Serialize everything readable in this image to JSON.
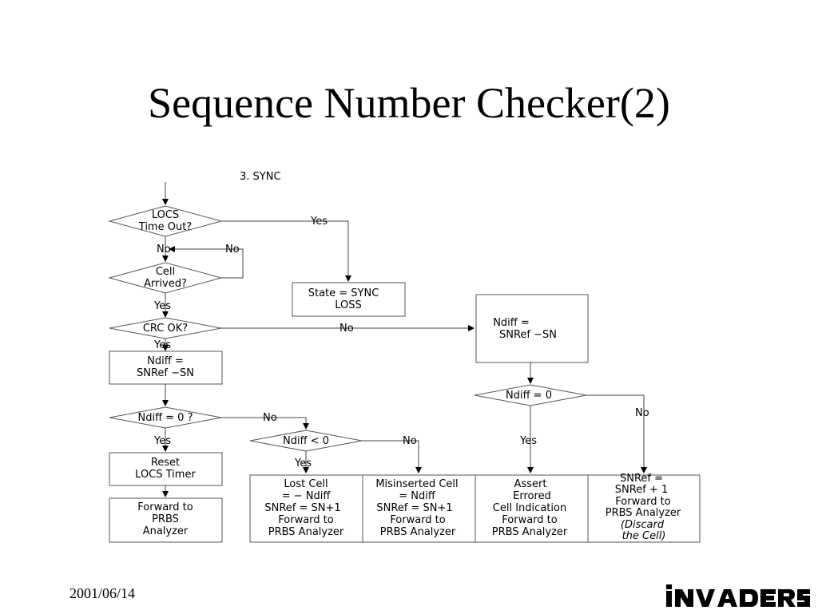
{
  "title": "Sequence Number Checker(2)",
  "date": "2001/06/14",
  "logo_text": "INVADERS",
  "diagram": {
    "section_label": "3. SYNC",
    "decisions": {
      "locs_timeout": [
        "LOCS",
        "Time Out?"
      ],
      "cell_arrived": [
        "Cell",
        "Arrived?"
      ],
      "crc_ok": "CRC OK?",
      "ndiff_zero_left": "Ndiff = 0 ?",
      "ndiff_negative": "Ndiff < 0",
      "ndiff_zero_right": "Ndiff = 0"
    },
    "processes": {
      "state_sync_loss": [
        "State = SYNC",
        "LOSS"
      ],
      "ndiff_left": [
        "Ndiff =",
        "SNRef −SN"
      ],
      "ndiff_right": [
        "Ndiff =",
        "SNRef −SN"
      ],
      "reset_locs": [
        "Reset",
        "LOCS Timer"
      ],
      "forward_prbs": [
        "Forward to",
        "PRBS",
        "Analyzer"
      ],
      "lost_cell": [
        "Lost Cell",
        "= − Ndiff",
        "SNRef = SN+1",
        "Forward to",
        "PRBS Analyzer"
      ],
      "misinserted_cell": [
        "Misinserted Cell",
        "= Ndiff",
        "SNRef = SN+1",
        "Forward to",
        "PRBS Analyzer"
      ],
      "assert_errored": [
        "Assert",
        "Errored",
        "Cell Indication",
        "Forward to",
        "PRBS Analyzer"
      ],
      "snref_plus_one": [
        "SNRef =",
        "SNRef + 1",
        "Forward to",
        "PRBS Analyzer",
        "(Discard",
        "the Cell)"
      ]
    },
    "edge_labels": {
      "locs_yes": "Yes",
      "locs_no": "No",
      "cell_no": "No",
      "cell_yes": "Yes",
      "crc_no": "No",
      "crc_yes": "Yes",
      "ndiff0_no": "No",
      "ndiff0_yes": "Yes",
      "ndiffneg_no": "No",
      "ndiffneg_yes": "Yes",
      "ndiff0r_no": "No",
      "ndiff0r_yes": "Yes"
    }
  }
}
